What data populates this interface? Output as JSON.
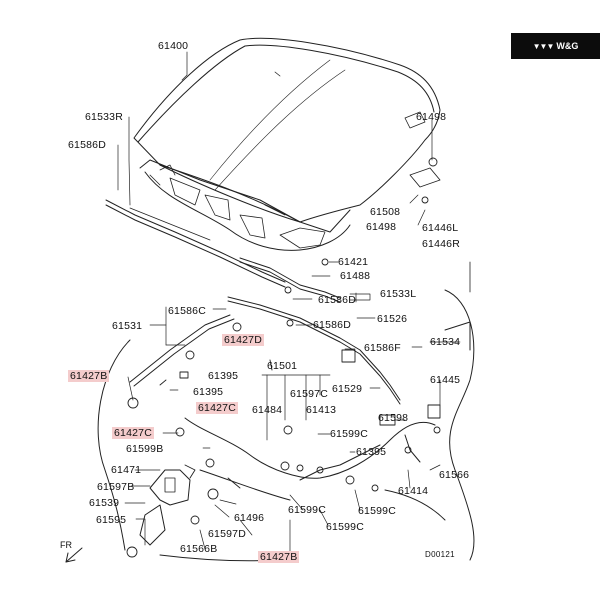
{
  "brand": {
    "text": "W&G",
    "mark_icon": "brand-chevrons-icon"
  },
  "diagram_code": "D00121",
  "direction_label": "FR",
  "highlight_color": "#f4cccc",
  "labels": [
    {
      "id": "61400",
      "text": "61400",
      "hi": false
    },
    {
      "id": "61533R",
      "text": "61533R",
      "hi": false
    },
    {
      "id": "61586D_a",
      "text": "61586D",
      "hi": false
    },
    {
      "id": "61498_a",
      "text": "61498",
      "hi": false
    },
    {
      "id": "61508",
      "text": "61508",
      "hi": false
    },
    {
      "id": "61446L",
      "text": "61446L",
      "hi": false
    },
    {
      "id": "61498_b",
      "text": "61498",
      "hi": false
    },
    {
      "id": "61446R",
      "text": "61446R",
      "hi": false
    },
    {
      "id": "61421",
      "text": "61421",
      "hi": false
    },
    {
      "id": "61488",
      "text": "61488",
      "hi": false
    },
    {
      "id": "61586D_b",
      "text": "61586D",
      "hi": false
    },
    {
      "id": "61533L",
      "text": "61533L",
      "hi": false
    },
    {
      "id": "61586C_a",
      "text": "61586C",
      "hi": false
    },
    {
      "id": "61526",
      "text": "61526",
      "hi": false
    },
    {
      "id": "61531",
      "text": "61531",
      "hi": false
    },
    {
      "id": "61586D_c",
      "text": "61586D",
      "hi": false
    },
    {
      "id": "61427D",
      "text": "61427D",
      "hi": true
    },
    {
      "id": "61534",
      "text": "61534",
      "hi": false
    },
    {
      "id": "61586F",
      "text": "61586F",
      "hi": false
    },
    {
      "id": "61501",
      "text": "61501",
      "hi": false
    },
    {
      "id": "61427B_a",
      "text": "61427B",
      "hi": true
    },
    {
      "id": "61395_a",
      "text": "61395",
      "hi": false
    },
    {
      "id": "61395_b",
      "text": "61395",
      "hi": false
    },
    {
      "id": "61529",
      "text": "61529",
      "hi": false
    },
    {
      "id": "61445",
      "text": "61445",
      "hi": false
    },
    {
      "id": "61597C_a",
      "text": "61597C",
      "hi": false
    },
    {
      "id": "61427C_a",
      "text": "61427C",
      "hi": true
    },
    {
      "id": "61484",
      "text": "61484",
      "hi": false
    },
    {
      "id": "61413",
      "text": "61413",
      "hi": false
    },
    {
      "id": "61598",
      "text": "61598",
      "hi": false
    },
    {
      "id": "61427C_b",
      "text": "61427C",
      "hi": true
    },
    {
      "id": "61599C_a",
      "text": "61599C",
      "hi": false
    },
    {
      "id": "61599B",
      "text": "61599B",
      "hi": false
    },
    {
      "id": "61395_c",
      "text": "61395",
      "hi": false
    },
    {
      "id": "61566",
      "text": "61566",
      "hi": false
    },
    {
      "id": "61471",
      "text": "61471",
      "hi": false
    },
    {
      "id": "61414",
      "text": "61414",
      "hi": false
    },
    {
      "id": "61597B",
      "text": "61597B",
      "hi": false
    },
    {
      "id": "61539",
      "text": "61539",
      "hi": false
    },
    {
      "id": "61496",
      "text": "61496",
      "hi": false
    },
    {
      "id": "61599C_b",
      "text": "61599C",
      "hi": false
    },
    {
      "id": "61599C_c",
      "text": "61599C",
      "hi": false
    },
    {
      "id": "61595",
      "text": "61595",
      "hi": false
    },
    {
      "id": "61597D",
      "text": "61597D",
      "hi": false
    },
    {
      "id": "61599C_d",
      "text": "61599C",
      "hi": false
    },
    {
      "id": "61566B",
      "text": "61566B",
      "hi": false
    },
    {
      "id": "61427B_b",
      "text": "61427B",
      "hi": true
    }
  ]
}
